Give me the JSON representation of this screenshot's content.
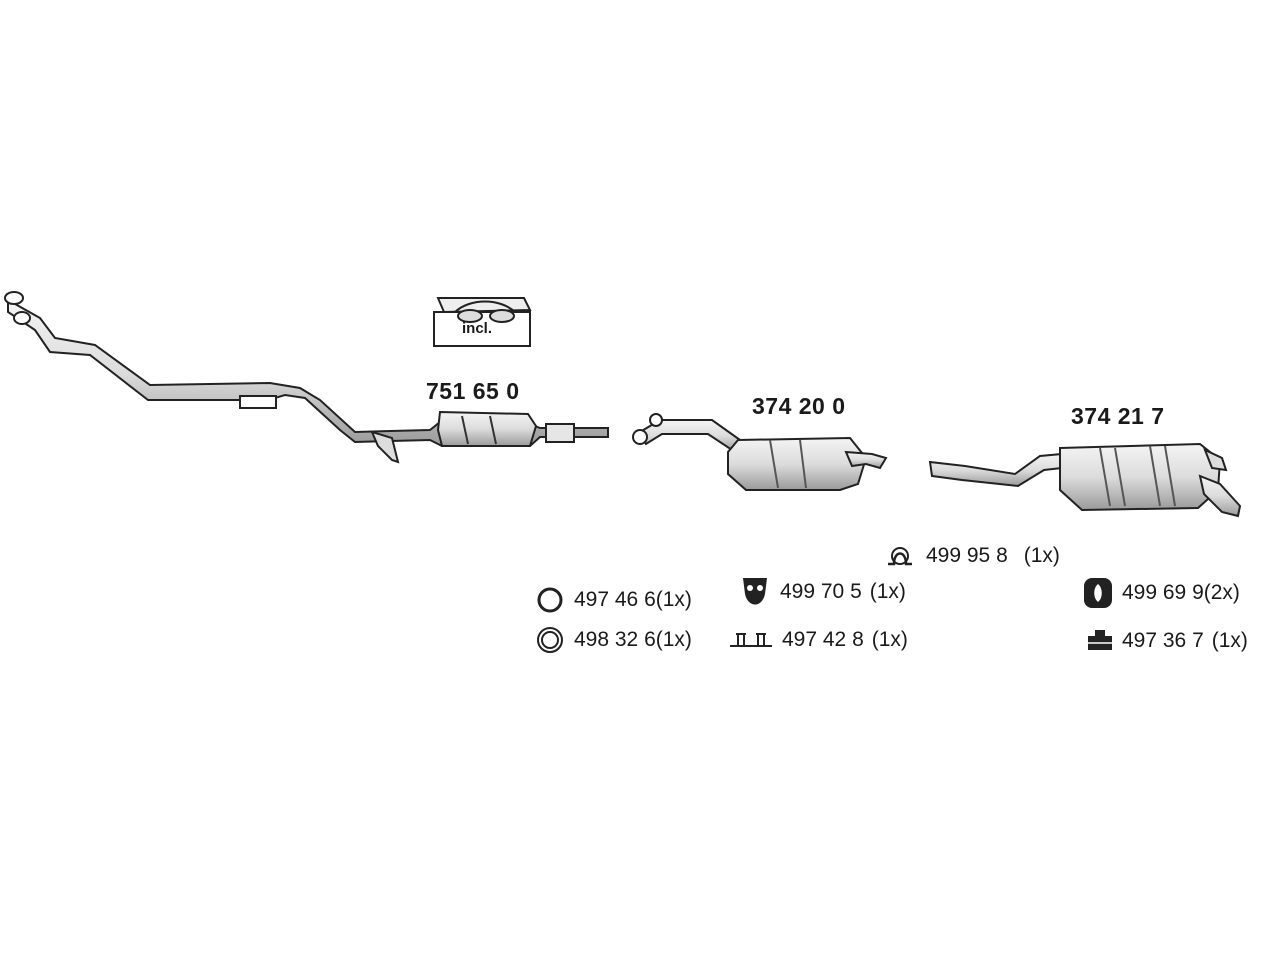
{
  "diagram": {
    "parts": [
      {
        "number": "751 65 0",
        "icon": "catalytic-converter-pipe"
      },
      {
        "number": "374 20 0",
        "icon": "middle-silencer"
      },
      {
        "number": "374 21 7",
        "icon": "rear-silencer"
      }
    ],
    "kit_label": "incl.",
    "accessories": [
      {
        "code": "499 95 8",
        "qty": "(1x)",
        "icon": "clamp-icon"
      },
      {
        "code": "497 46 6",
        "qty": "(1x)",
        "icon": "seal-ring-icon"
      },
      {
        "code": "499 70 5",
        "qty": "(1x)",
        "icon": "rubber-hanger-icon"
      },
      {
        "code": "499 69 9",
        "qty": "(2x)",
        "icon": "rubber-mount-icon"
      },
      {
        "code": "498 32 6",
        "qty": "(1x)",
        "icon": "gasket-ring-icon"
      },
      {
        "code": "497 42 8",
        "qty": "(1x)",
        "icon": "bolt-kit-icon"
      },
      {
        "code": "497 36 7",
        "qty": "(1x)",
        "icon": "bracket-icon"
      }
    ]
  }
}
